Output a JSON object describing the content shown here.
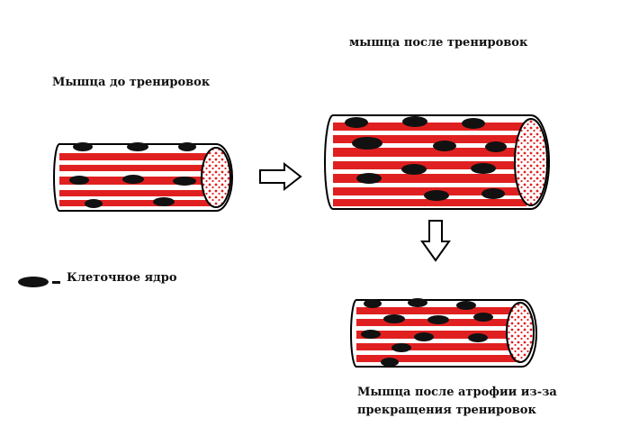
{
  "labels": {
    "before": "Мышца до тренировок",
    "after": "мышца после тренировок",
    "atrophy_line1": "Мышца после атрофии из-за",
    "atrophy_line2": "прекращения тренировок",
    "legend": "Клеточное ядро"
  },
  "colors": {
    "fiber": "#e02020",
    "nucleus": "#111111",
    "outline": "#000000"
  }
}
